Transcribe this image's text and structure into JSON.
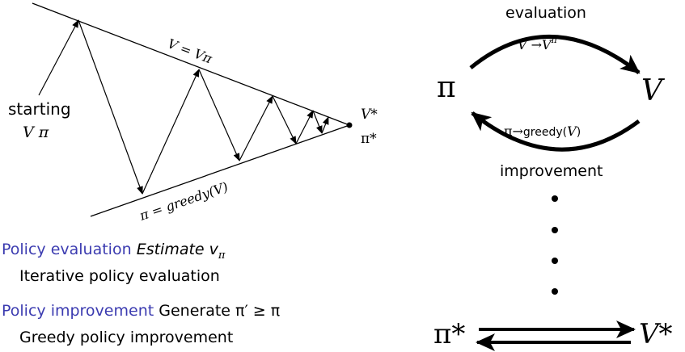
{
  "left_diagram": {
    "top_line_label": "V = Vπ",
    "bottom_line_label": "π = greedy(V)",
    "start_label_line1": "starting",
    "start_label_line2": "V  π",
    "converge_label_v": "V*",
    "converge_label_pi": "π*"
  },
  "right_diagram": {
    "evaluation_label": "evaluation",
    "evaluation_formula": "V →V^π",
    "improvement_label": "improvement",
    "improvement_formula": "π→greedy(V)",
    "pi_node": "π",
    "v_node": "V",
    "pi_star": "π*",
    "v_star": "V*"
  },
  "text_block": {
    "policy_evaluation_heading": "Policy evaluation",
    "policy_evaluation_desc": "Estimate v",
    "policy_evaluation_sub": "π",
    "policy_evaluation_detail": "Iterative policy evaluation",
    "policy_improvement_heading": "Policy improvement",
    "policy_improvement_desc": "Generate π′ ≥ π",
    "policy_improvement_detail": "Greedy policy improvement"
  },
  "colors": {
    "heading_blue": "#3b3bb0",
    "ink": "#000000"
  }
}
